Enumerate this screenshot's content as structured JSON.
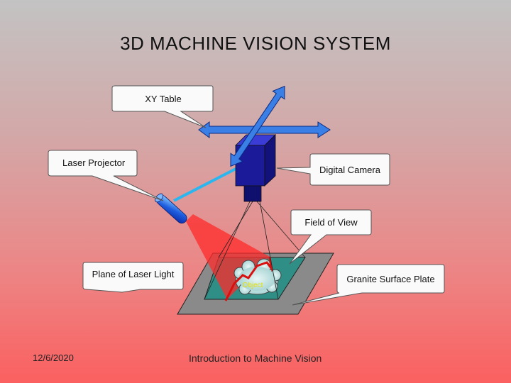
{
  "slide": {
    "title": "3D MACHINE VISION SYSTEM",
    "footer_date": "12/6/2020",
    "footer_center": "Introduction to Machine Vision"
  },
  "diagram": {
    "labels": {
      "xy_table": "XY Table",
      "laser_projector": "Laser Projector",
      "digital_camera": "Digital Camera",
      "field_of_view": "Field of View",
      "plane_of_laser_light": "Plane of Laser Light",
      "granite_surface_plate": "Granite Surface Plate",
      "object": "Object"
    },
    "colors": {
      "arrow_blue": "#3a7fe6",
      "camera_navy": "#1b1b9a",
      "laser_beam": "#2bb6f0",
      "laser_plane_red": "#ff2a2a",
      "granite_gray": "#8a8a8a",
      "field_teal": "#2f8f86",
      "object_cloud": "#bfe3e3"
    }
  }
}
